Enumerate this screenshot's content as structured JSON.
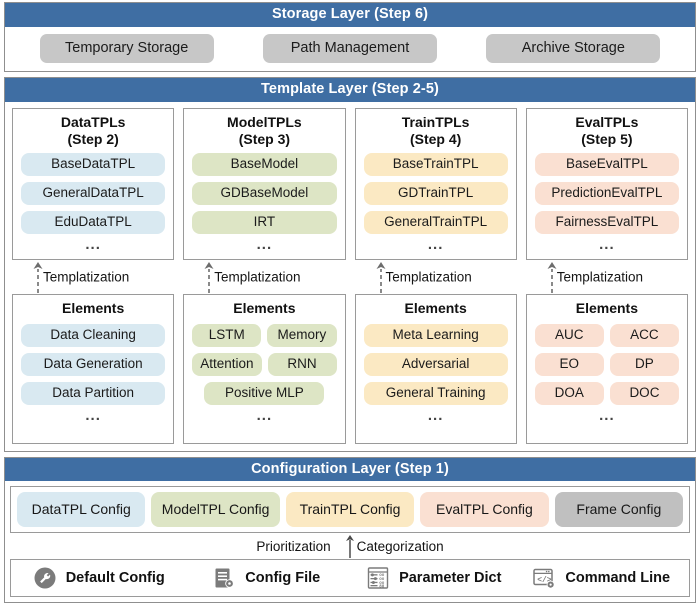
{
  "colors": {
    "layer_bar": "#3f6ea3",
    "gray_chip": "#c7c7c7",
    "data_blue": "#d9e9f1",
    "model_green": "#dde5c5",
    "train_yellow": "#fbe9c3",
    "eval_peach": "#fae0d2",
    "frame_gray": "#c0c0c0",
    "border": "#9a9a9a"
  },
  "storage_layer": {
    "title": "Storage Layer (Step 6)",
    "items": [
      {
        "label": "Temporary Storage"
      },
      {
        "label": "Path Management"
      },
      {
        "label": "Archive Storage"
      }
    ]
  },
  "template_layer": {
    "title": "Template Layer (Step 2-5)",
    "arrow_label": "Templatization",
    "elements_title": "Elements",
    "ellipsis": "...",
    "columns": [
      {
        "key": "data",
        "title_line1": "DataTPLs",
        "title_line2": "(Step 2)",
        "color": "#d9e9f1",
        "templates": [
          "BaseDataTPL",
          "GeneralDataTPL",
          "EduDataTPL"
        ],
        "elements_layout": "stack",
        "elements": [
          "Data Cleaning",
          "Data Generation",
          "Data Partition"
        ]
      },
      {
        "key": "model",
        "title_line1": "ModelTPLs",
        "title_line2": "(Step 3)",
        "color": "#dde5c5",
        "templates": [
          "BaseModel",
          "GDBaseModel",
          "IRT"
        ],
        "elements_layout": "pairs",
        "elements_rows": [
          [
            "LSTM",
            "Memory"
          ],
          [
            "Attention",
            "RNN"
          ],
          [
            "Positive MLP"
          ]
        ]
      },
      {
        "key": "train",
        "title_line1": "TrainTPLs",
        "title_line2": "(Step 4)",
        "color": "#fbe9c3",
        "templates": [
          "BaseTrainTPL",
          "GDTrainTPL",
          "GeneralTrainTPL"
        ],
        "elements_layout": "stack",
        "elements": [
          "Meta Learning",
          "Adversarial",
          "General Training"
        ]
      },
      {
        "key": "eval",
        "title_line1": "EvalTPLs",
        "title_line2": "(Step 5)",
        "color": "#fae0d2",
        "templates": [
          "BaseEvalTPL",
          "PredictionEvalTPL",
          "FairnessEvalTPL"
        ],
        "elements_layout": "pairs",
        "elements_rows": [
          [
            "AUC",
            "ACC"
          ],
          [
            "EO",
            "DP"
          ],
          [
            "DOA",
            "DOC"
          ]
        ]
      }
    ]
  },
  "configuration_layer": {
    "title": "Configuration  Layer (Step 1)",
    "configs": [
      {
        "label": "DataTPL Config",
        "color": "#d9e9f1"
      },
      {
        "label": "ModelTPL Config",
        "color": "#dde5c5"
      },
      {
        "label": "TrainTPL Config",
        "color": "#fbe9c3"
      },
      {
        "label": "EvalTPL Config",
        "color": "#fae0d2"
      },
      {
        "label": "Frame Config",
        "color": "#c0c0c0"
      }
    ],
    "left_arrow_label": "Prioritization",
    "right_arrow_label": "Categorization",
    "sources": [
      {
        "label": "Default Config",
        "icon": "wrench-circle-icon"
      },
      {
        "label": "Config File",
        "icon": "document-gear-icon"
      },
      {
        "label": "Parameter Dict",
        "icon": "parameter-list-icon"
      },
      {
        "label": "Command Line",
        "icon": "code-window-icon"
      }
    ]
  }
}
